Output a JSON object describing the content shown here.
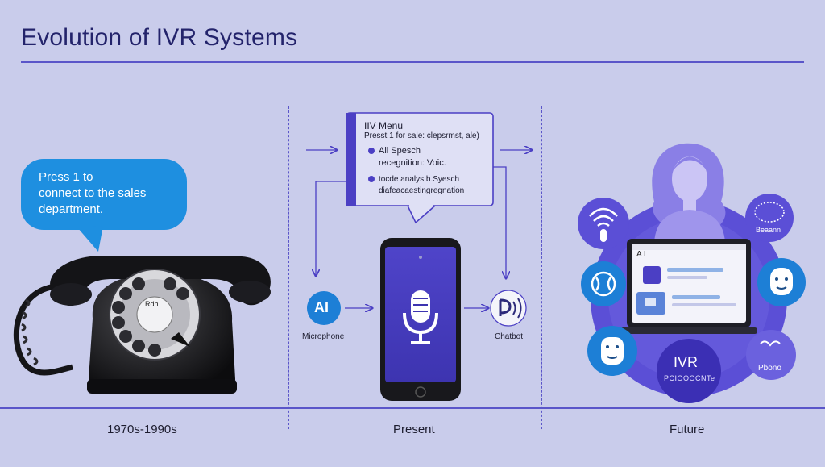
{
  "title": "Evolution of IVR Systems",
  "eras": {
    "past": "1970s-1990s",
    "present": "Present",
    "future": "Future"
  },
  "speech_bubble": {
    "line1": "Press 1 to",
    "line2": "connect to the sales",
    "line3": "department."
  },
  "phone_dial_label": "Rdh.",
  "ivr_menu": {
    "title": "IIV Menu",
    "subtitle": "Presst 1 for sale: clepsrmst, ale)",
    "item1_line1": "All Spesch",
    "item1_line2": "recegnition: Voic.",
    "item2_line1": "tocde analys,b.Syesch",
    "item2_line2": "diafeacaestingregnation"
  },
  "present_nodes": {
    "ai_icon_text": "AI",
    "ai_label": "Microphone",
    "chatbot_label": "Chatbot"
  },
  "future": {
    "ivr_title": "IVR",
    "ivr_sub": "PCIOOOCNTe",
    "node_top_right": "Beaann",
    "node_bottom_right": "Pbono",
    "laptop_label": "A I"
  },
  "colors": {
    "background": "#c9cceb",
    "accent": "#4b3fc4",
    "bubble": "#1e8fe0",
    "title": "#23236b"
  }
}
